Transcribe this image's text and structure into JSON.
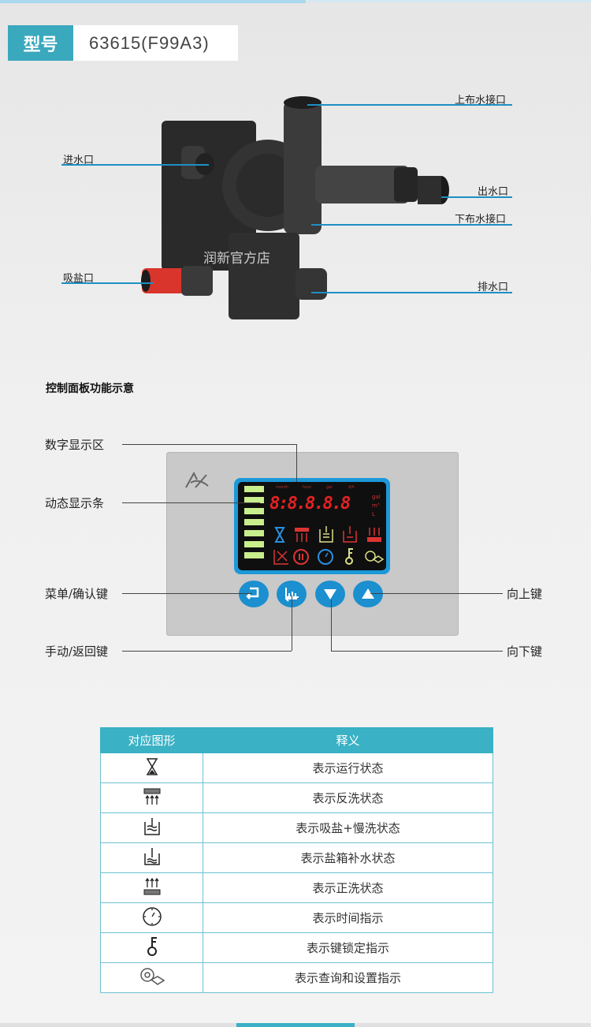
{
  "model": {
    "label": "型号",
    "value": "63615(F99A3)"
  },
  "watermark": "润新官方店",
  "valve_labels": {
    "inlet": "进水口",
    "upper_distributor": "上布水接口",
    "outlet": "出水口",
    "lower_distributor": "下布水接口",
    "brine_inlet": "吸盐口",
    "drain": "排水口"
  },
  "panel_section": {
    "title": "控制面板功能示意",
    "display": {
      "digits": "8:8.8.8.8",
      "top_labels": [
        "month",
        "hour",
        "gal",
        "d/h"
      ],
      "units": [
        "gal",
        "m³",
        "L"
      ],
      "bar_count": 7
    },
    "callouts": {
      "digital_display": "数字显示区",
      "dynamic_bar": "动态显示条",
      "menu_confirm": "菜单/确认键",
      "manual_back": "手动/返回键",
      "up": "向上键",
      "down": "向下键"
    },
    "colors": {
      "lcd_border": "#1c98d8",
      "digits": "#e22222",
      "bars": "#c9ee8c",
      "keys": "#1b8fcf"
    }
  },
  "legend_table": {
    "headers": [
      "对应图形",
      "释义"
    ],
    "rows": [
      {
        "icon": "hourglass-icon",
        "meaning": "表示运行状态"
      },
      {
        "icon": "backwash-icon",
        "meaning": "表示反洗状态"
      },
      {
        "icon": "brine-slow-rinse-icon",
        "meaning": "表示吸盐+慢洗状态"
      },
      {
        "icon": "brine-refill-icon",
        "meaning": "表示盐箱补水状态"
      },
      {
        "icon": "fast-rinse-icon",
        "meaning": "表示正洗状态"
      },
      {
        "icon": "clock-icon",
        "meaning": "表示时间指示"
      },
      {
        "icon": "key-icon",
        "meaning": "表示键锁定指示"
      },
      {
        "icon": "query-settings-icon",
        "meaning": "表示查询和设置指示"
      }
    ],
    "header_color": "#3ab1c4"
  }
}
